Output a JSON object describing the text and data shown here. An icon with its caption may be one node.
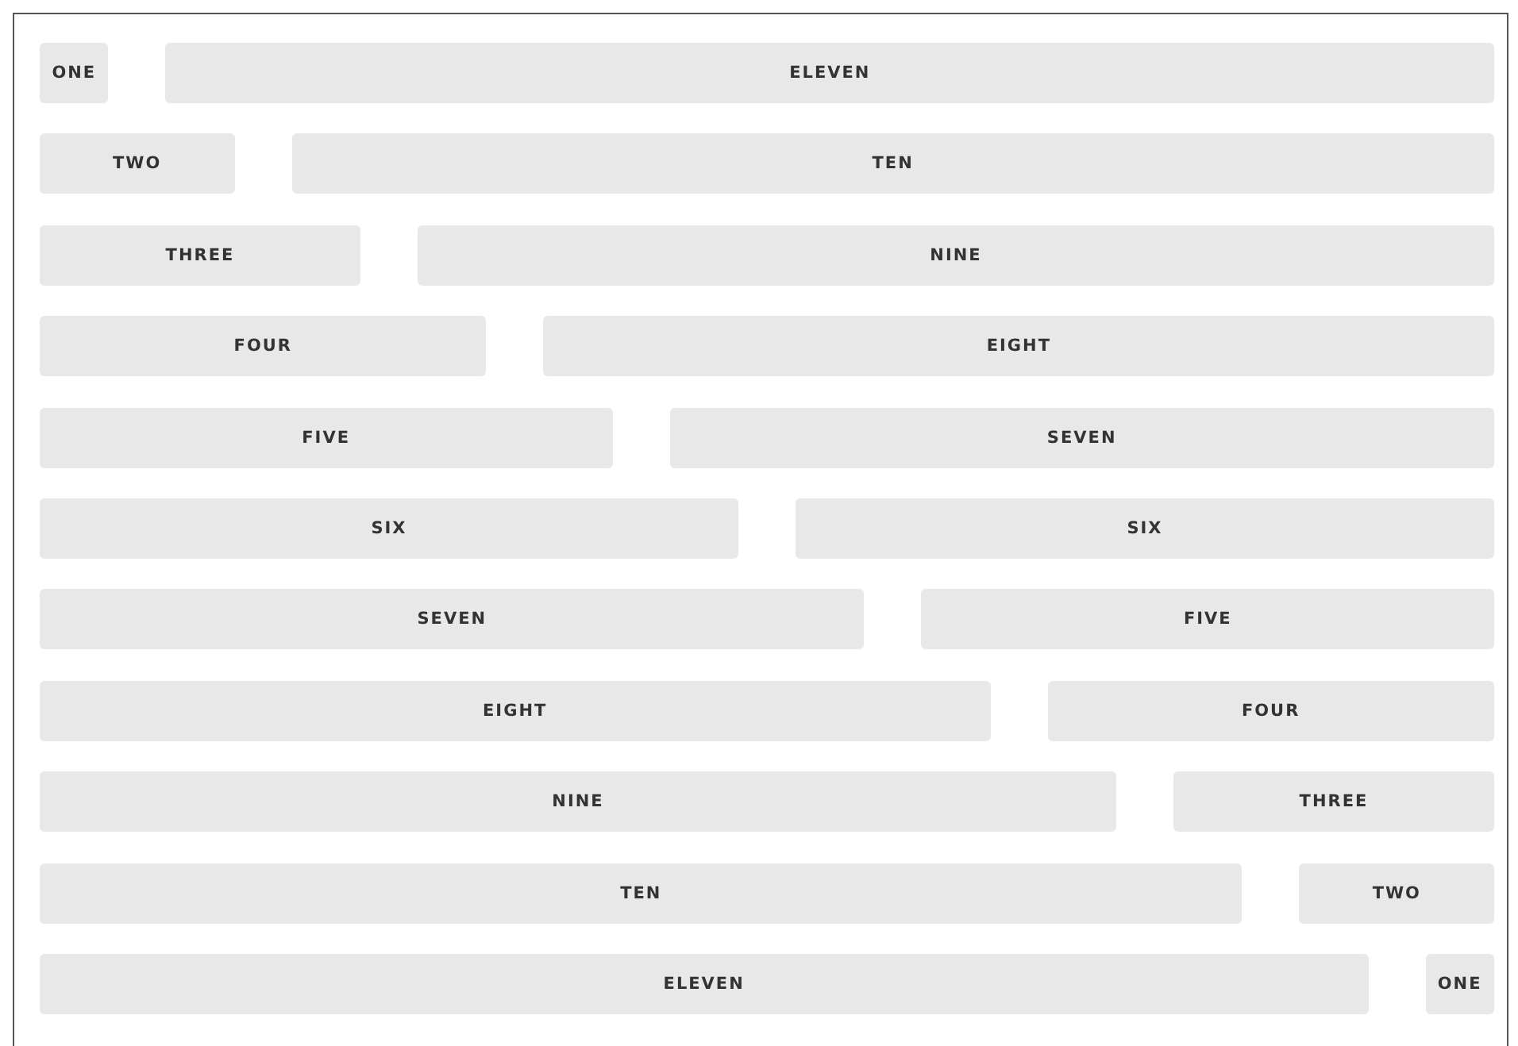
{
  "diagram": {
    "nodes": [
      {
        "text": [
          "ONE"
        ]
      },
      {
        "text": [
          "ELEVEN"
        ]
      },
      {
        "text": [
          "TWO"
        ]
      },
      {
        "text": [
          "TEN"
        ]
      },
      {
        "text": [
          "THREE"
        ]
      },
      {
        "text": [
          "NINE"
        ]
      },
      {
        "text": [
          "FOUR"
        ]
      },
      {
        "text": [
          "EIGHT"
        ]
      },
      {
        "text": [
          "FIVE"
        ]
      },
      {
        "text": [
          "SEVEN"
        ]
      },
      {
        "text": [
          "SIX"
        ]
      },
      {
        "text": [
          "SIX"
        ]
      },
      {
        "text": [
          "SEVEN"
        ]
      },
      {
        "text": [
          "FIVE"
        ]
      },
      {
        "text": [
          "EIGHT"
        ]
      },
      {
        "text": [
          "FOUR"
        ]
      },
      {
        "text": [
          "NINE"
        ]
      },
      {
        "text": [
          "THREE"
        ]
      },
      {
        "text": [
          "TEN"
        ]
      },
      {
        "text": [
          "TWO"
        ]
      },
      {
        "text": [
          "ELEVEN"
        ]
      },
      {
        "text": [
          "ONE"
        ]
      }
    ]
  }
}
